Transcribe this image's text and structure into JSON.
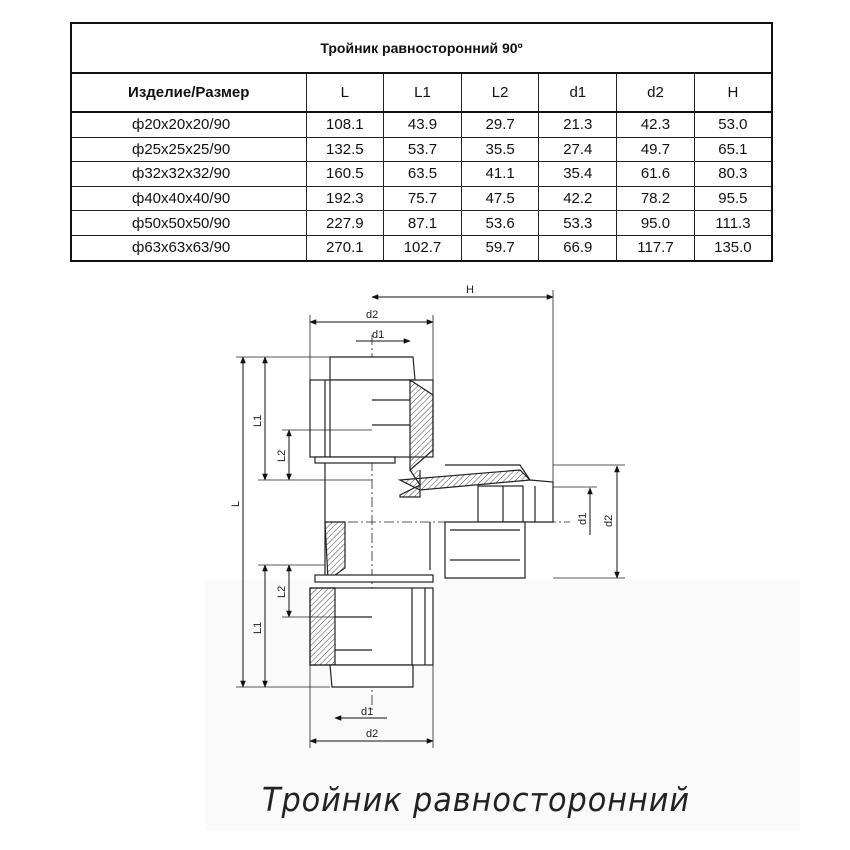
{
  "table": {
    "title": "Тройник равносторонний 90º",
    "headers": [
      "Изделие/Размер",
      "L",
      "L1",
      "L2",
      "d1",
      "d2",
      "H"
    ],
    "rows": [
      [
        "ф20x20x20/90",
        "108.1",
        "43.9",
        "29.7",
        "21.3",
        "42.3",
        "53.0"
      ],
      [
        "ф25x25x25/90",
        "132.5",
        "53.7",
        "35.5",
        "27.4",
        "49.7",
        "65.1"
      ],
      [
        "ф32x32x32/90",
        "160.5",
        "63.5",
        "41.1",
        "35.4",
        "61.6",
        "80.3"
      ],
      [
        "ф40x40x40/90",
        "192.3",
        "75.7",
        "47.5",
        "42.2",
        "78.2",
        "95.5"
      ],
      [
        "ф50x50x50/90",
        "227.9",
        "87.1",
        "53.6",
        "53.3",
        "95.0",
        "111.3"
      ],
      [
        "ф63x63x63/90",
        "270.1",
        "102.7",
        "59.7",
        "66.9",
        "117.7",
        "135.0"
      ]
    ]
  },
  "drawing": {
    "labels": {
      "H": "H",
      "d2": "d2",
      "d1": "d1",
      "L": "L",
      "L1": "L1",
      "L2": "L2"
    }
  },
  "caption": "Тройник равносторонний"
}
